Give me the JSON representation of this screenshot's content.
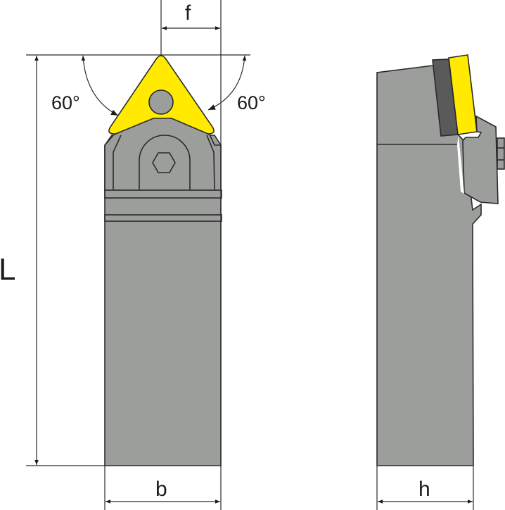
{
  "labels": {
    "f": "f",
    "b": "b",
    "h": "h",
    "L": "L",
    "angle_left": "60°",
    "angle_right": "60°"
  },
  "colors": {
    "body": "#9c9e9c",
    "insert": "#ffea00",
    "shim": "#5a5a5a",
    "line": "#2a2a2a"
  }
}
